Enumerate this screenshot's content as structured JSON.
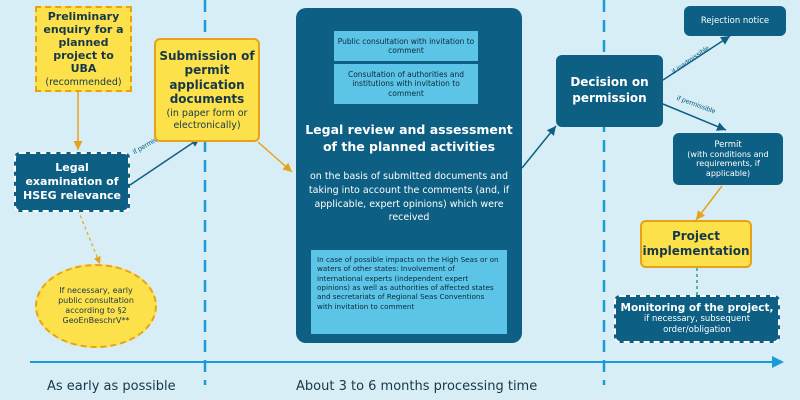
{
  "enquiry": {
    "title": "Preliminary enquiry for a planned project to UBA",
    "note": "(recommended)"
  },
  "legal_exam": {
    "title": "Legal examination of HSEG relevance"
  },
  "early_consultation": {
    "text": "If necessary, early public consultation according to §2 GeoEnBeschrV**"
  },
  "submission": {
    "title": "Submission of permit application documents",
    "note": "(in paper form or electronically)"
  },
  "if_permissible_1": "if permissible",
  "review": {
    "public_consultation": "Public consultation with invitation to comment",
    "authorities_consultation": "Consultation of authorities and institutions with invitation to comment",
    "title": "Legal review and assessment of the planned activities",
    "body": "on the basis of submitted documents and taking into account the comments (and, if applicable, expert opinions) which were received",
    "high_seas": "In case of possible impacts on the High Seas or on waters of other states: Involvement of international experts (independent expert opinions) as well as authorities of affected states and secretariats of Regional Seas Conventions with invitation to comment"
  },
  "decision": {
    "title": "Decision on permission"
  },
  "if_inadmissible": "if inadmissible",
  "if_permissible_2": "if permissible",
  "rejection": {
    "title": "Rejection notice"
  },
  "permit": {
    "title": "Permit",
    "note": "(with conditions and requirements, if applicable)"
  },
  "implementation": {
    "title": "Project implementation"
  },
  "monitoring": {
    "title": "Monitoring of the project,",
    "note": "if necessary, subsequent order/obligation"
  },
  "timeline": {
    "early": "As early as possible",
    "processing": "About 3 to 6 months processing time"
  },
  "colors": {
    "background": "#d7eef6",
    "navy": "#0e5f84",
    "yellow": "#fce14b",
    "orange": "#e8a21a",
    "light_blue": "#5cc4e6",
    "divider": "#1a9bd7"
  }
}
